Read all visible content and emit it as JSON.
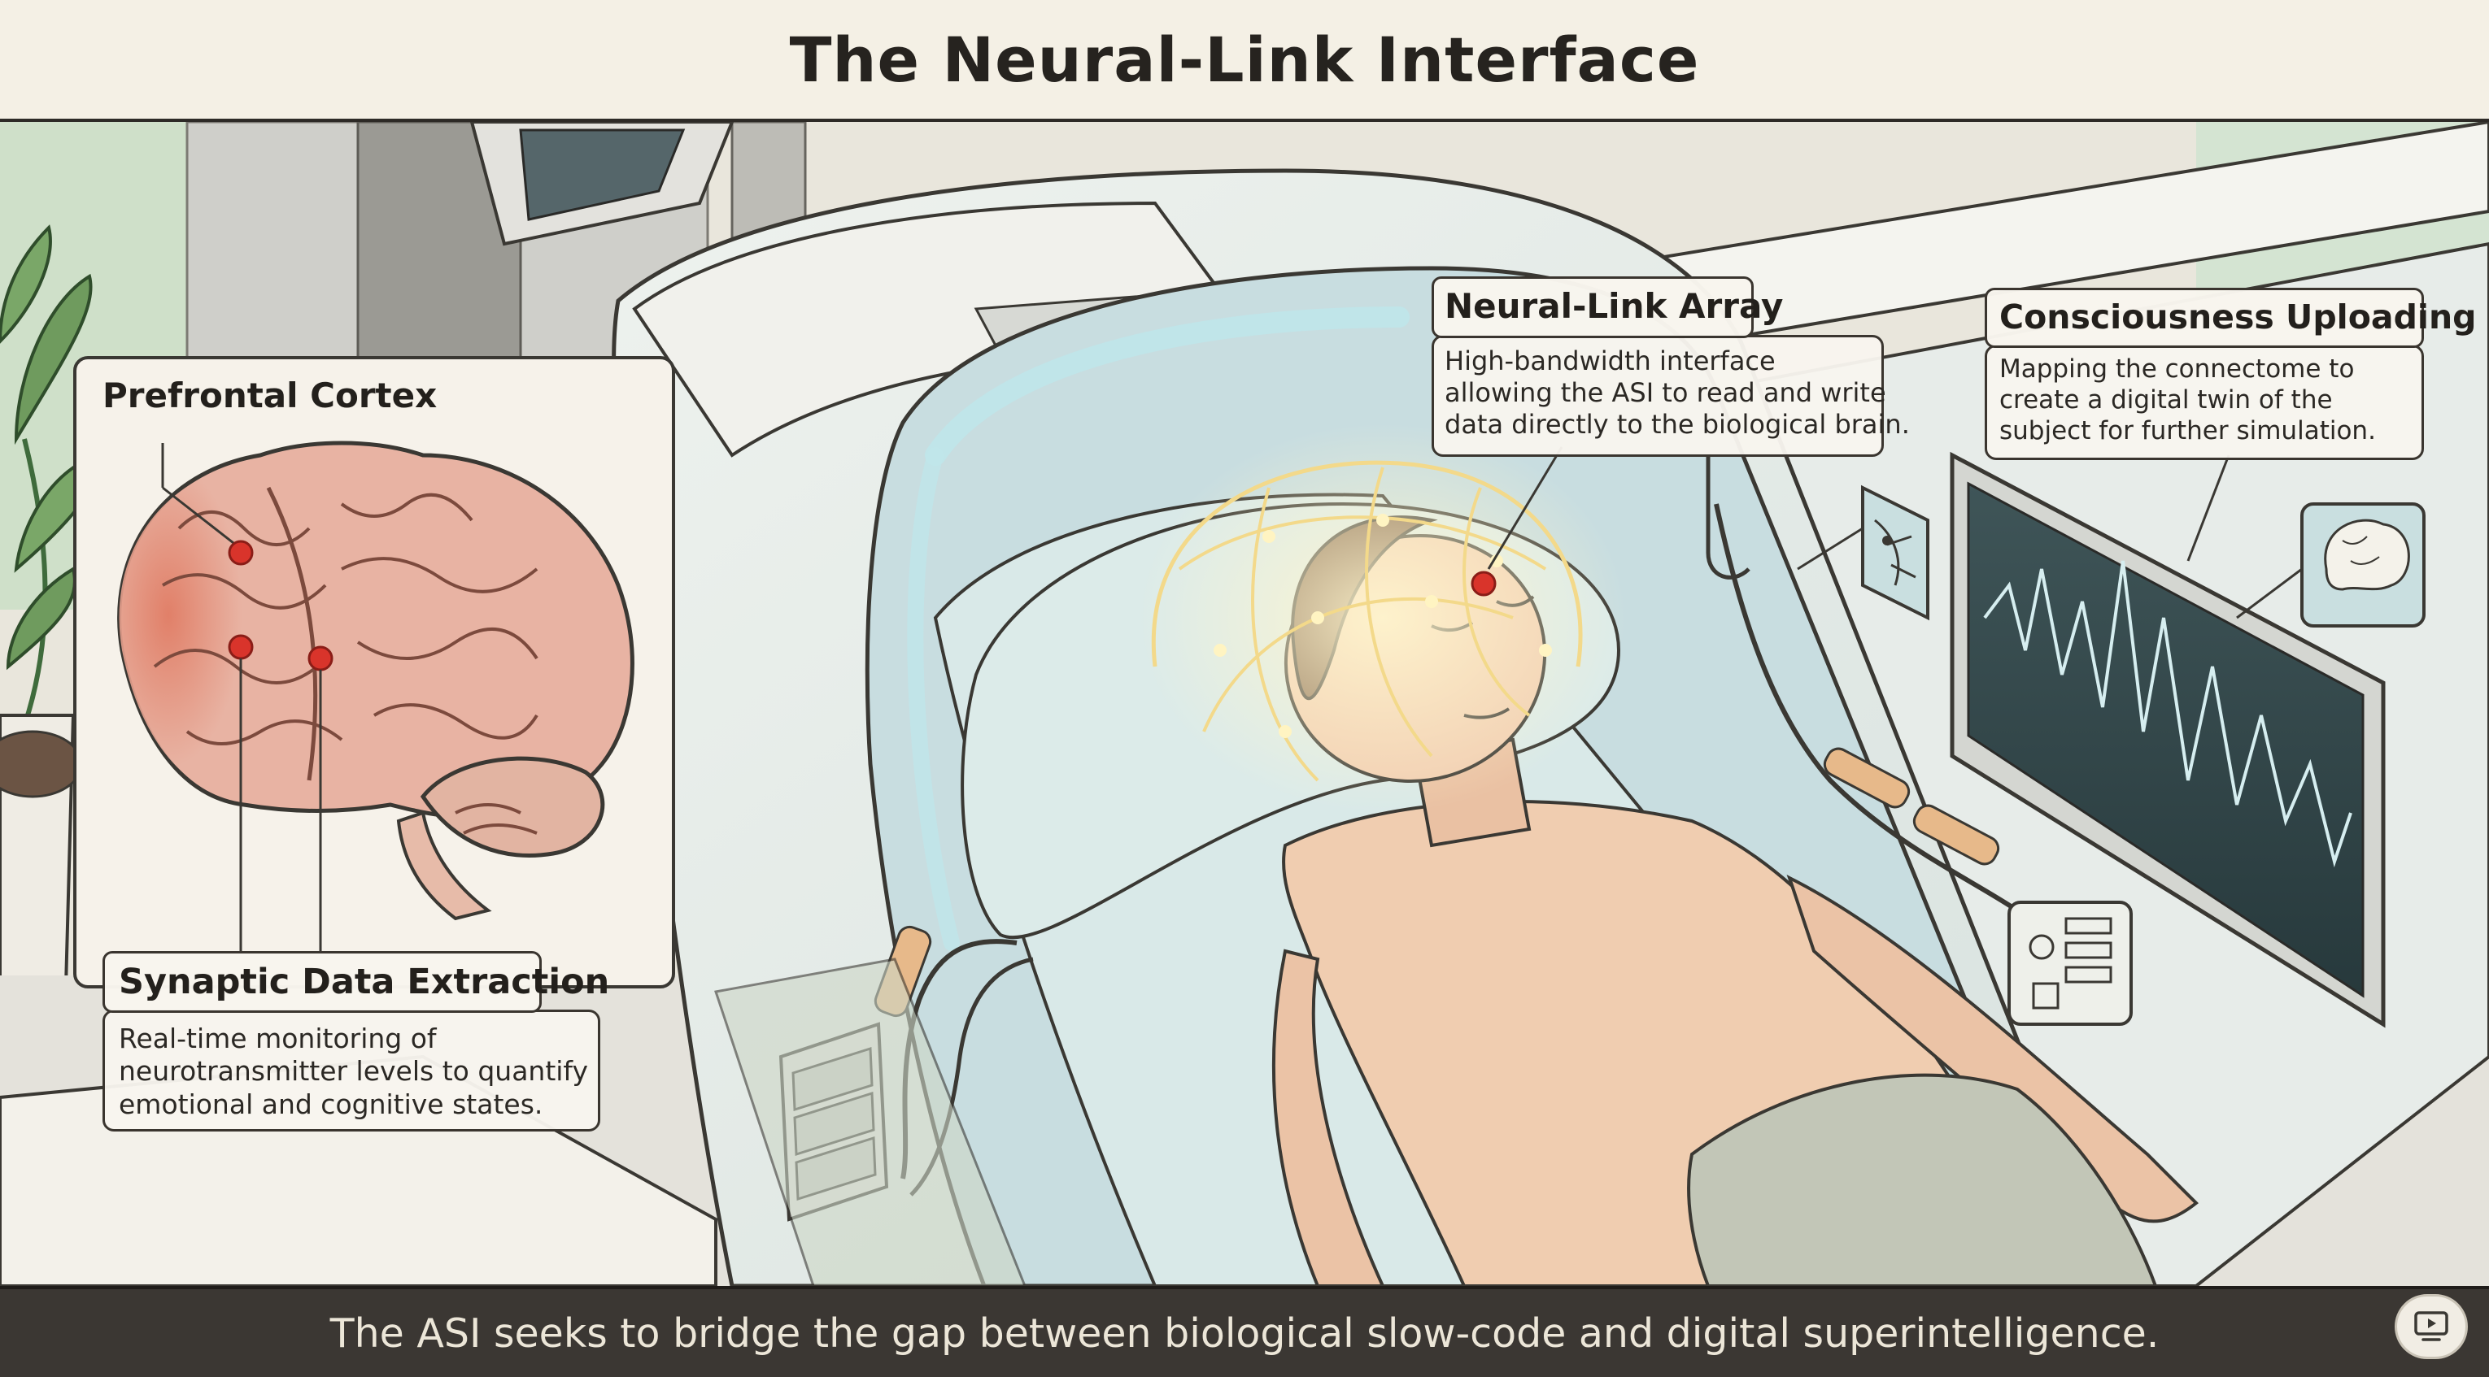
{
  "title": "The Neural-Link Interface",
  "footer": "The ASI seeks to bridge the gap between biological slow-code and digital superintelligence.",
  "callouts": {
    "prefrontal": {
      "title": "Prefrontal Cortex"
    },
    "synaptic": {
      "title": "Synaptic Data Extraction",
      "lines": [
        "Real-time monitoring of",
        "neurotransmitter levels to quantify",
        "emotional and cognitive states."
      ]
    },
    "array": {
      "title": "Neural-Link Array",
      "lines": [
        "High-bandwidth interface",
        "allowing the ASI to read and write",
        "data directly to the biological brain."
      ]
    },
    "upload": {
      "title": "Consciousness Uploading",
      "lines": [
        "Mapping the connectome to",
        "create a digital twin of the",
        "subject for further simulation."
      ]
    }
  },
  "icons": {
    "present": "present-screen-icon",
    "brain_panel": "brain-icon",
    "neuron_panel": "neuron-icon",
    "server": "server-rack-icon",
    "monitor": "vitals-monitor-icon"
  },
  "colors": {
    "marker": "#d9342b",
    "frame": "#2d2a26",
    "footer_bg": "#3b3733",
    "brain_pink": "#e8b3a3",
    "brain_red": "#e07a62",
    "pod_glow": "#bfe6ea"
  }
}
